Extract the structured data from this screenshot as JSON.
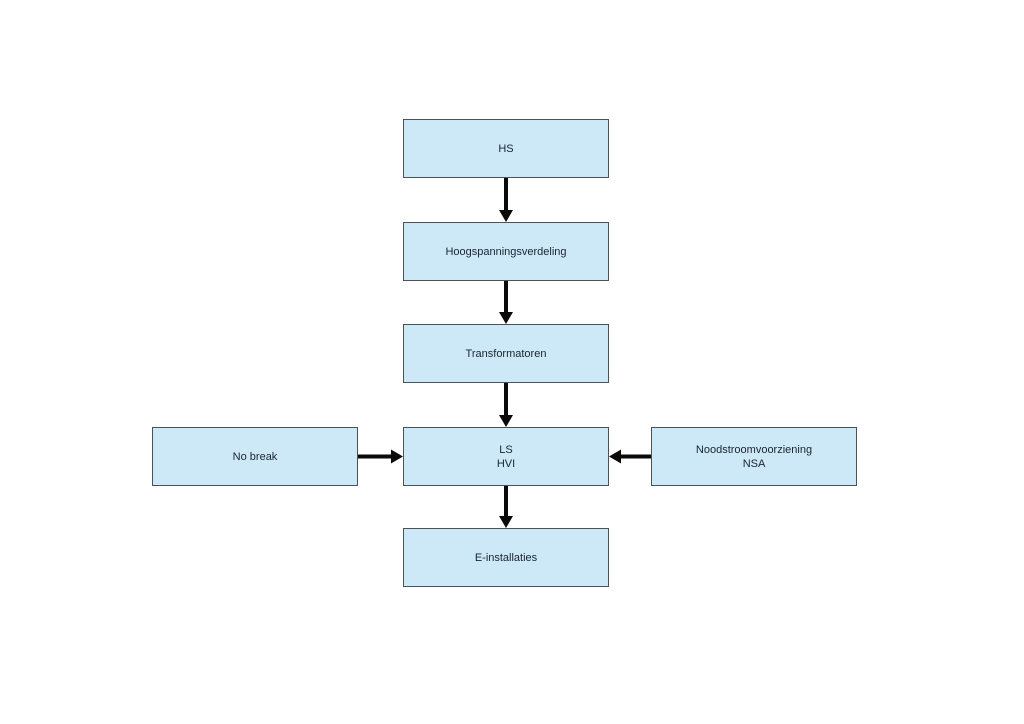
{
  "diagram": {
    "type": "flowchart",
    "nodes": {
      "hs": {
        "label": "HS"
      },
      "hoogspanningsverdeling": {
        "label": "Hoogspanningsverdeling"
      },
      "transformatoren": {
        "label": "Transformatoren"
      },
      "no_break": {
        "label": "No break"
      },
      "ls_hvi": {
        "line1": "LS",
        "line2": "HVI"
      },
      "noodstroomvoorziening": {
        "line1": "Noodstroomvoorziening",
        "line2": "NSA"
      },
      "e_installaties": {
        "label": "E-installaties"
      }
    },
    "edges": [
      {
        "from": "hs",
        "to": "hoogspanningsverdeling",
        "direction": "down"
      },
      {
        "from": "hoogspanningsverdeling",
        "to": "transformatoren",
        "direction": "down"
      },
      {
        "from": "transformatoren",
        "to": "ls_hvi",
        "direction": "down"
      },
      {
        "from": "no_break",
        "to": "ls_hvi",
        "direction": "right"
      },
      {
        "from": "noodstroomvoorziening",
        "to": "ls_hvi",
        "direction": "left"
      },
      {
        "from": "ls_hvi",
        "to": "e_installaties",
        "direction": "down"
      }
    ],
    "colors": {
      "node_fill": "#cde9f7",
      "node_border": "#4b5158",
      "arrow": "#0a0a0a",
      "text": "#1b2330",
      "background": "#ffffff"
    }
  }
}
